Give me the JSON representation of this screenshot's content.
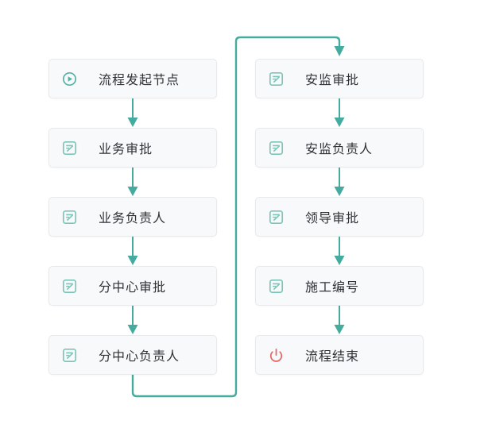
{
  "flowchart": {
    "title": "approval-process-flow",
    "columns": [
      {
        "name": "left",
        "nodes": [
          {
            "label": "流程发起节点",
            "icon": "play-circle"
          },
          {
            "label": "业务审批",
            "icon": "form"
          },
          {
            "label": "业务负责人",
            "icon": "form"
          },
          {
            "label": "分中心审批",
            "icon": "form"
          },
          {
            "label": "分中心负责人",
            "icon": "form"
          }
        ]
      },
      {
        "name": "right",
        "nodes": [
          {
            "label": "安监审批",
            "icon": "form"
          },
          {
            "label": "安监负责人",
            "icon": "form"
          },
          {
            "label": "领导审批",
            "icon": "form"
          },
          {
            "label": "施工编号",
            "icon": "form"
          },
          {
            "label": "流程结束",
            "icon": "power"
          }
        ]
      }
    ],
    "flow_order": [
      "流程发起节点",
      "业务审批",
      "业务负责人",
      "分中心审批",
      "分中心负责人",
      "安监审批",
      "安监负责人",
      "领导审批",
      "施工编号",
      "流程结束"
    ],
    "colors": {
      "connector_teal": "#45ab9e",
      "play_icon_teal": "#54b2a5",
      "form_icon_teal": "#7cc6b9",
      "power_icon_red": "#e76965",
      "node_background": "#f8f9fb",
      "node_border": "#e7e9ec",
      "node_text": "#2f3135"
    }
  }
}
